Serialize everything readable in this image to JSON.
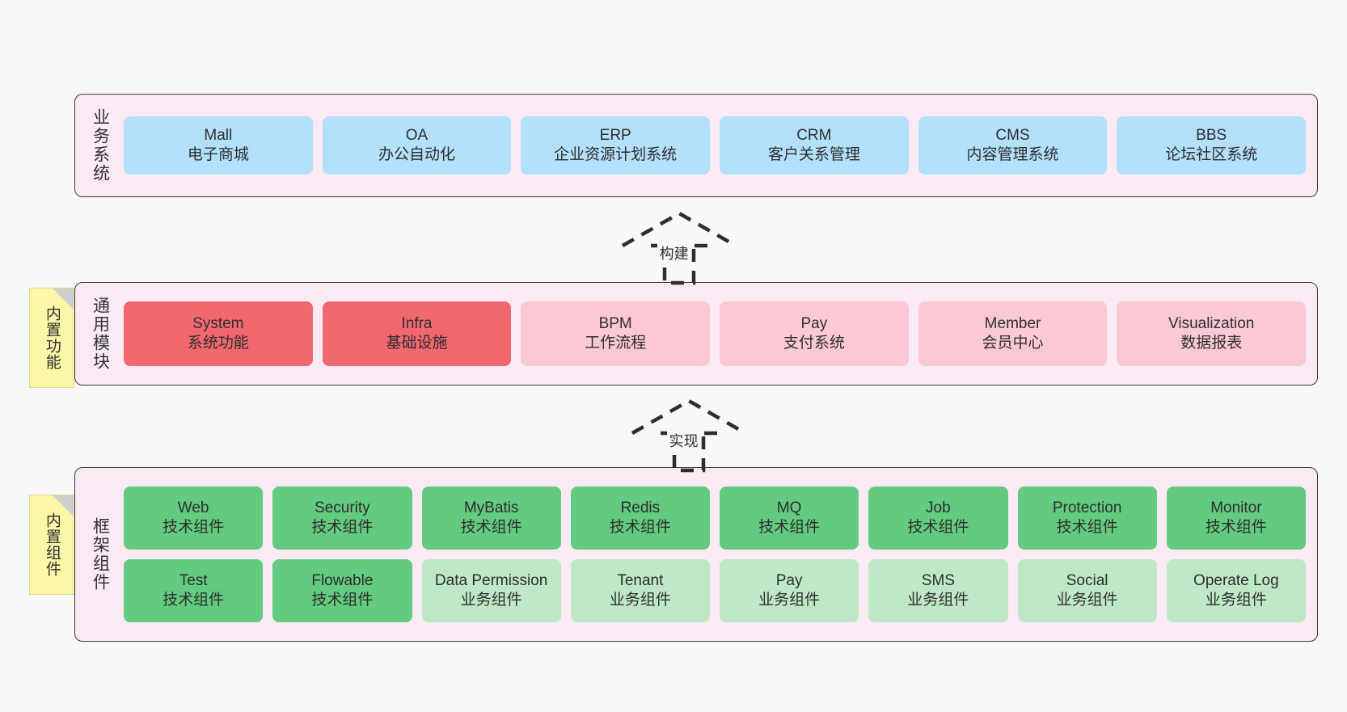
{
  "canvas": {
    "background": "#f8f8f8"
  },
  "palette": {
    "layer_bg": "#f9eaf3",
    "layer_border": "#3c3c3c",
    "blue": "#b3e0fb",
    "red": "#f2686f",
    "pink": "#fbc9d4",
    "green": "#62cb7f",
    "light_green": "#bfe8c7",
    "note_yellow": "#fbf7a8",
    "text": "#2e2e2e"
  },
  "notes": [
    {
      "id": "functions",
      "label": "内置功能"
    },
    {
      "id": "components",
      "label": "内置组件"
    }
  ],
  "arrows": [
    {
      "id": "build",
      "label": "构建",
      "style": "dashed-generalization"
    },
    {
      "id": "implement",
      "label": "实现",
      "style": "dashed-generalization"
    }
  ],
  "layers": [
    {
      "id": "business",
      "title": "业务系统",
      "rows": [
        [
          {
            "title": "Mall",
            "sub": "电子商城",
            "color": "blue"
          },
          {
            "title": "OA",
            "sub": "办公自动化",
            "color": "blue"
          },
          {
            "title": "ERP",
            "sub": "企业资源计划系统",
            "color": "blue"
          },
          {
            "title": "CRM",
            "sub": "客户关系管理",
            "color": "blue"
          },
          {
            "title": "CMS",
            "sub": "内容管理系统",
            "color": "blue"
          },
          {
            "title": "BBS",
            "sub": "论坛社区系统",
            "color": "blue"
          }
        ]
      ]
    },
    {
      "id": "modules",
      "title": "通用模块",
      "rows": [
        [
          {
            "title": "System",
            "sub": "系统功能",
            "color": "red"
          },
          {
            "title": "Infra",
            "sub": "基础设施",
            "color": "red"
          },
          {
            "title": "BPM",
            "sub": "工作流程",
            "color": "pink"
          },
          {
            "title": "Pay",
            "sub": "支付系统",
            "color": "pink"
          },
          {
            "title": "Member",
            "sub": "会员中心",
            "color": "pink"
          },
          {
            "title": "Visualization",
            "sub": "数据报表",
            "color": "pink"
          }
        ]
      ]
    },
    {
      "id": "frame",
      "title": "框架组件",
      "rows": [
        [
          {
            "title": "Web",
            "sub": "技术组件",
            "color": "green"
          },
          {
            "title": "Security",
            "sub": "技术组件",
            "color": "green"
          },
          {
            "title": "MyBatis",
            "sub": "技术组件",
            "color": "green"
          },
          {
            "title": "Redis",
            "sub": "技术组件",
            "color": "green"
          },
          {
            "title": "MQ",
            "sub": "技术组件",
            "color": "green"
          },
          {
            "title": "Job",
            "sub": "技术组件",
            "color": "green"
          },
          {
            "title": "Protection",
            "sub": "技术组件",
            "color": "green"
          },
          {
            "title": "Monitor",
            "sub": "技术组件",
            "color": "green"
          }
        ],
        [
          {
            "title": "Test",
            "sub": "技术组件",
            "color": "green"
          },
          {
            "title": "Flowable",
            "sub": "技术组件",
            "color": "green"
          },
          {
            "title": "Data Permission",
            "sub": "业务组件",
            "color": "light_green"
          },
          {
            "title": "Tenant",
            "sub": "业务组件",
            "color": "light_green"
          },
          {
            "title": "Pay",
            "sub": "业务组件",
            "color": "light_green"
          },
          {
            "title": "SMS",
            "sub": "业务组件",
            "color": "light_green"
          },
          {
            "title": "Social",
            "sub": "业务组件",
            "color": "light_green"
          },
          {
            "title": "Operate Log",
            "sub": "业务组件",
            "color": "light_green"
          }
        ]
      ]
    }
  ]
}
